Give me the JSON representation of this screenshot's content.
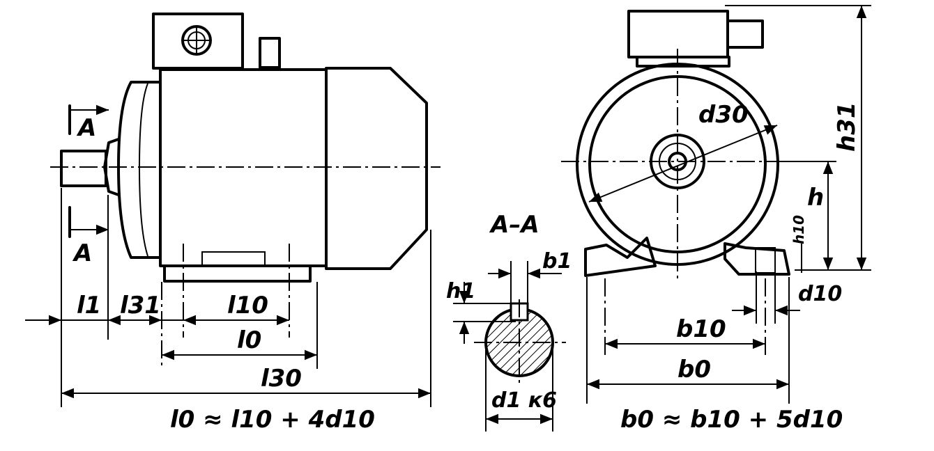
{
  "labels": {
    "section_a_top": "A",
    "section_a_bottom": "A",
    "section_title": "A–A",
    "l1": "l1",
    "l31": "l31",
    "l10": "l10",
    "l0": "l0",
    "l30": "l30",
    "l0_formula": "l0 ≈ l10 + 4d10",
    "b1": "b1",
    "h1": "h1",
    "d1_fit": "d1 к6",
    "d30": "d30",
    "h31": "h31",
    "h": "h",
    "h10": "h10",
    "d10": "d10",
    "b10": "b10",
    "b0": "b0",
    "b0_formula": "b0 ≈ b10 + 5d10"
  }
}
